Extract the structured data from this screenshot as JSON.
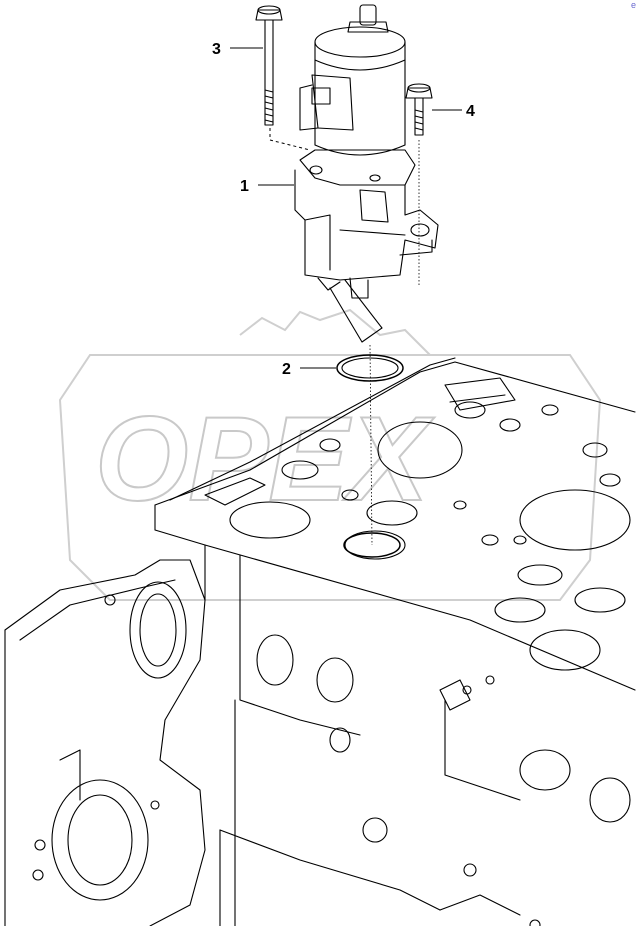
{
  "watermark": {
    "text": "OPEX"
  },
  "corner_mark": "e",
  "callouts": [
    {
      "label": "1"
    },
    {
      "label": "2"
    },
    {
      "label": "3"
    },
    {
      "label": "4"
    }
  ]
}
